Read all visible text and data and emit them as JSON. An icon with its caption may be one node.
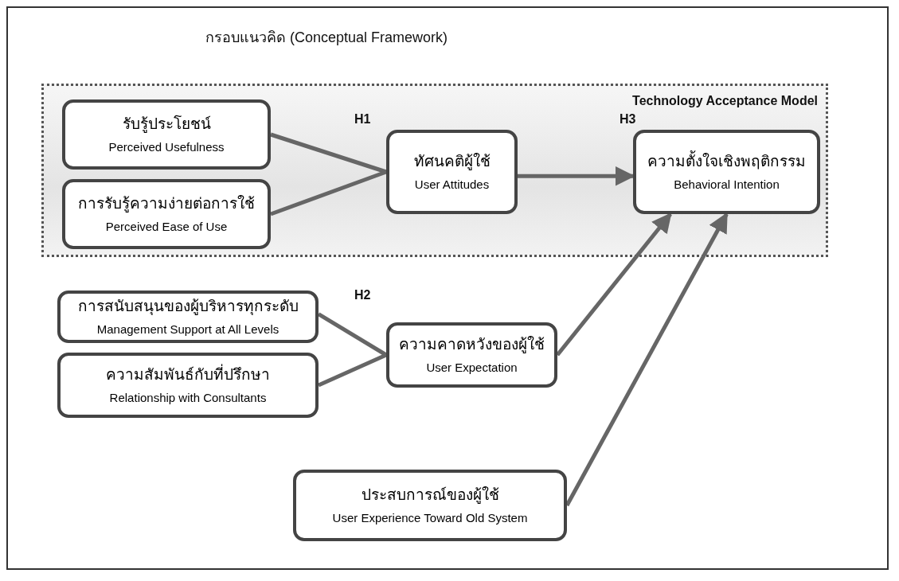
{
  "diagram": {
    "title": "กรอบแนวคิด (Conceptual Framework)",
    "nodes": [
      {
        "text": [
          "Technology Acceptance Model"
        ]
      },
      {
        "text": [
          "รับรู้ประโยชน์",
          "Perceived Usefulness"
        ],
        "in": 0
      },
      {
        "text": [
          "การรับรู้ความง่ายต่อการใช้",
          "Perceived Ease of Use"
        ],
        "in": 0
      },
      {
        "text": [
          "ทัศนคติผู้ใช้",
          "User Attitudes"
        ],
        "in": 0
      },
      {
        "text": [
          "ความตั้งใจเชิงพฤติกรรม",
          "Behavioral Intention"
        ],
        "in": 0
      },
      {
        "text": [
          "การสนับสนุนของผู้บริหารทุกระดับ",
          "Management Support at All Levels"
        ]
      },
      {
        "text": [
          "ความสัมพันธ์กับที่ปรึกษา",
          "Relationship with Consultants"
        ]
      },
      {
        "text": [
          "ความคาดหวังของผู้ใช้",
          "User Expectation"
        ]
      },
      {
        "text": [
          "ประสบการณ์ของผู้ใช้",
          "User Experience Toward Old System"
        ]
      }
    ],
    "edges": [
      {
        "from": 1,
        "to": 3,
        "arrow": "none"
      },
      {
        "from": 2,
        "to": 3,
        "arrow": "none"
      },
      {
        "from": 3,
        "to": 4,
        "arrow": "to"
      },
      {
        "from": 5,
        "to": 7,
        "arrow": "none"
      },
      {
        "from": 6,
        "to": 7,
        "arrow": "none"
      },
      {
        "from": 7,
        "to": 4,
        "arrow": "to"
      },
      {
        "from": 8,
        "to": 4,
        "arrow": "to"
      }
    ],
    "labels": [
      "H1",
      "H2",
      "H3"
    ]
  }
}
